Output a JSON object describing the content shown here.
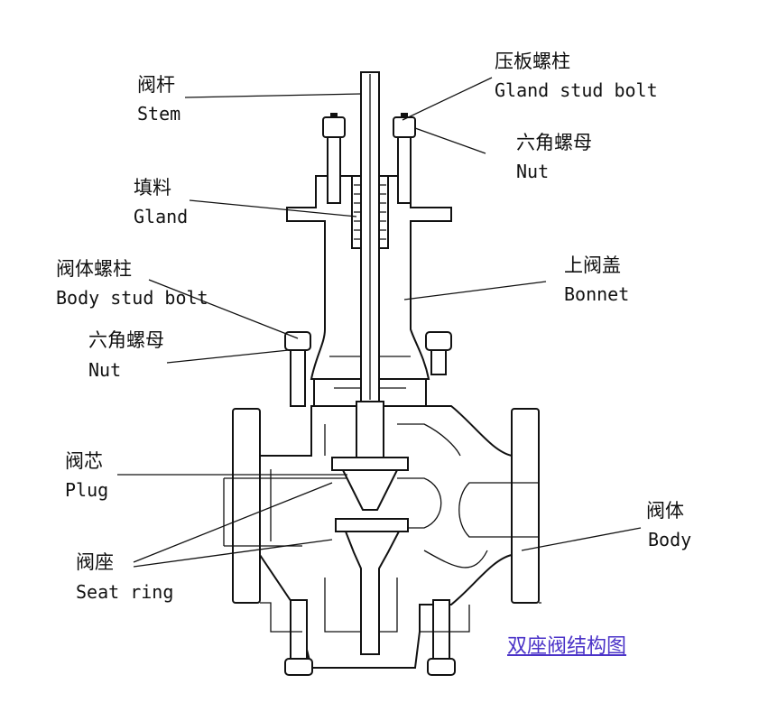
{
  "labels": {
    "stem": {
      "cn": "阀杆",
      "en": "Stem"
    },
    "gland_stud_bolt": {
      "cn": "压板螺柱",
      "en": "Gland stud bolt"
    },
    "nut_top": {
      "cn": "六角螺母",
      "en": "Nut"
    },
    "gland": {
      "cn": "填料",
      "en": "Gland"
    },
    "body_stud_bolt": {
      "cn": "阀体螺柱",
      "en": "Body stud bolt"
    },
    "bonnet": {
      "cn": "上阀盖",
      "en": "Bonnet"
    },
    "nut_left": {
      "cn": "六角螺母",
      "en": "Nut"
    },
    "plug": {
      "cn": "阀芯",
      "en": "Plug"
    },
    "body": {
      "cn": "阀体",
      "en": "Body"
    },
    "seat_ring": {
      "cn": "阀座",
      "en": "Seat ring"
    }
  },
  "title": "双座阀结构图",
  "colors": {
    "line": "#111111",
    "title": "#4b33c8",
    "background": "#ffffff"
  }
}
